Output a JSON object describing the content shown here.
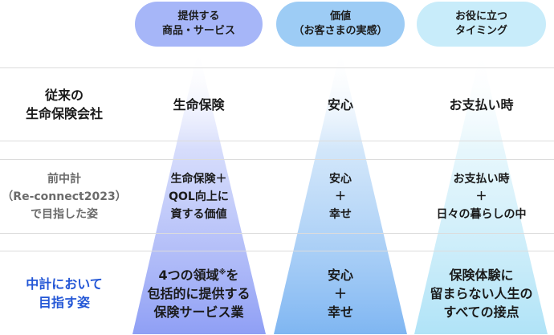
{
  "headers": {
    "col1": "提供する\n商品・サービス",
    "col2": "価値\n（お客さまの実感）",
    "col3": "お役に立つ\nタイミング"
  },
  "rows": [
    {
      "label": "従来の\n生命保険会社",
      "col1": "生命保険",
      "col2": "安心",
      "col3": "お支払い時"
    },
    {
      "label": "前中計\n（Re-connect2023）\nで目指した姿",
      "col1": "生命保険＋\nQOL向上に\n資する価値",
      "col2": "安心\n＋\n幸せ",
      "col3": "お支払い時\n＋\n日々の暮らしの中"
    },
    {
      "label": "中計において\n目指す姿",
      "col1_before": "4つの領域",
      "col1_note": "※",
      "col1_after": "を\n包括的に提供する\n保険サービス業",
      "col2": "安心\n＋\n幸せ",
      "col3": "保険体験に\n留まらない人生の\nすべての接点"
    }
  ],
  "colors": {
    "beam1": "#8f9ff5",
    "beam2": "#7fb6f2",
    "beam3": "#b0e3f7",
    "label_current": "#2457d6",
    "label_previous": "#6b6b6b"
  }
}
